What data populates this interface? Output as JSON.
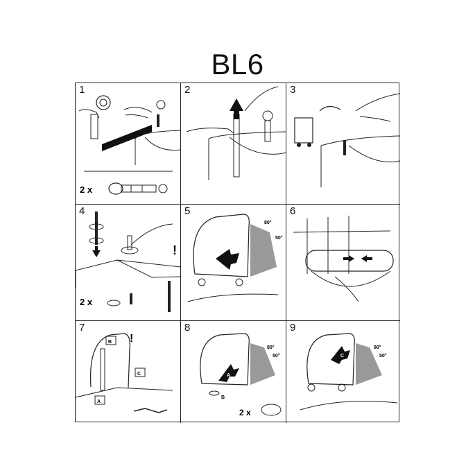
{
  "title": "BL6",
  "steps": [
    {
      "number": "1",
      "note": "2 x"
    },
    {
      "number": "2"
    },
    {
      "number": "3"
    },
    {
      "number": "4",
      "note": "2 x",
      "mark": "!"
    },
    {
      "number": "5",
      "angle_open": "80°",
      "angle_close": "50°"
    },
    {
      "number": "6"
    },
    {
      "number": "7",
      "mark": "!",
      "label_a": "A",
      "label_b": "B",
      "label_c": "C"
    },
    {
      "number": "8",
      "angle_open": "80°",
      "angle_close": "50°",
      "label_a": "A",
      "label_b": "B",
      "note": "2 x"
    },
    {
      "number": "9",
      "angle_open": "80°",
      "angle_close": "50°",
      "label_c": "C"
    }
  ]
}
